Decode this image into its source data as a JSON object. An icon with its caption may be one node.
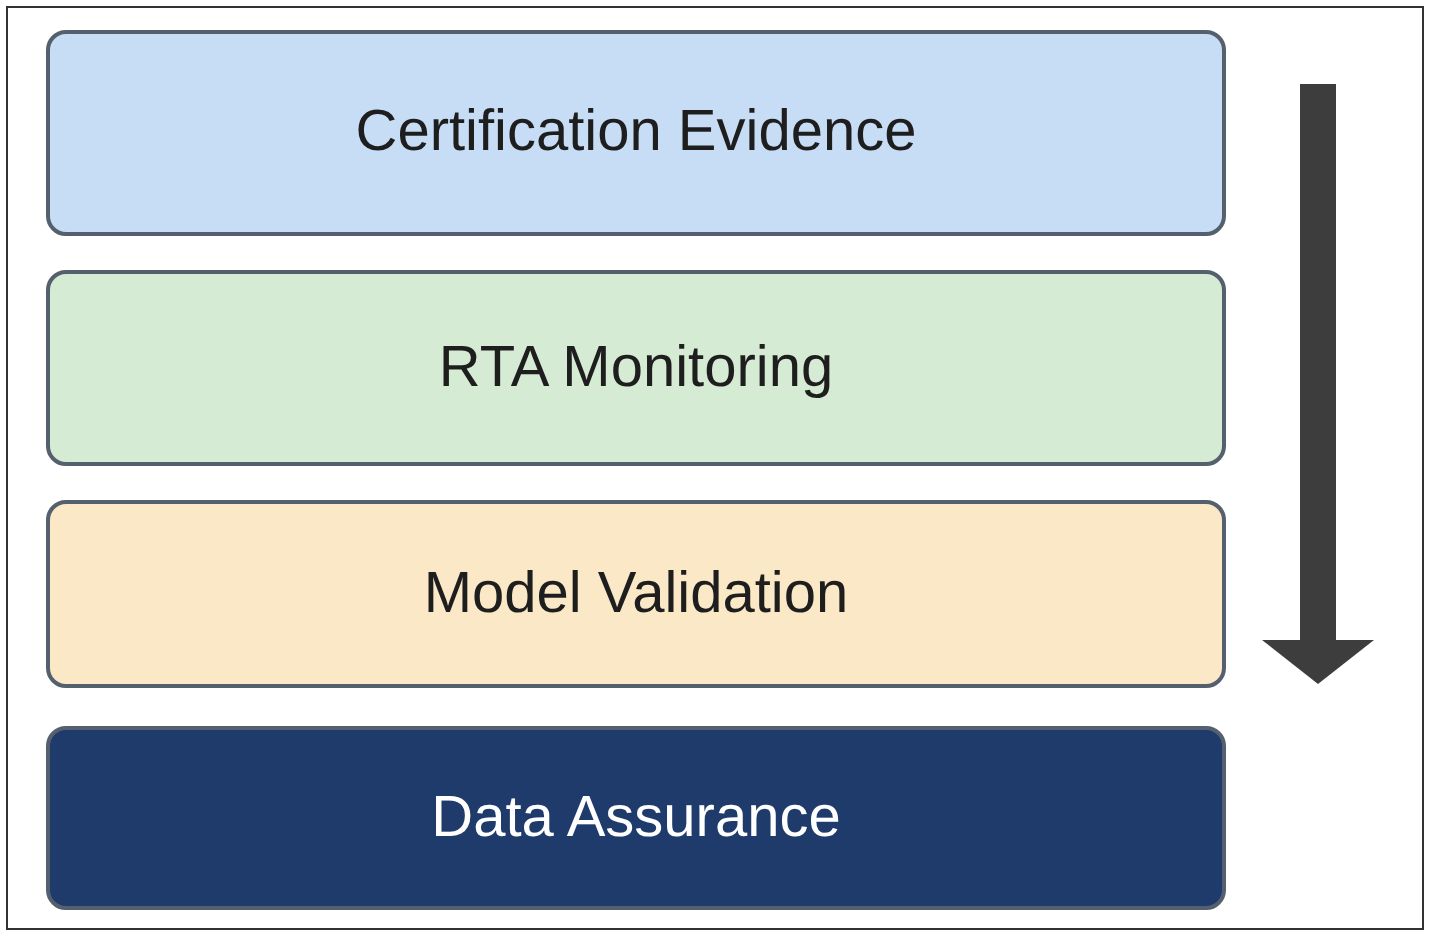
{
  "diagram": {
    "nodes": [
      {
        "text": [
          "Certification Evidence"
        ]
      },
      {
        "text": [
          "RTA Monitoring"
        ]
      },
      {
        "text": [
          "Model Validation"
        ]
      },
      {
        "text": [
          "Data Assurance"
        ]
      }
    ]
  }
}
